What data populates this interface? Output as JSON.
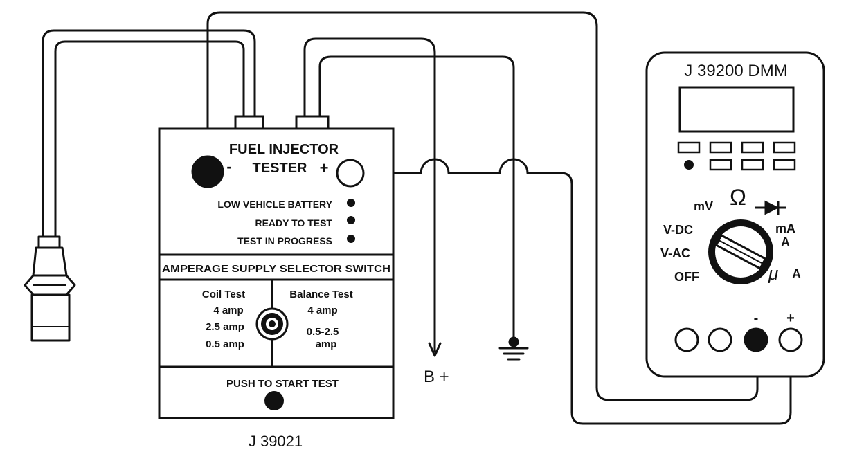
{
  "tester": {
    "title_line1": "FUEL INJECTOR",
    "title_line2": "TESTER",
    "minus": "-",
    "plus": "+",
    "indicators": [
      "LOW VEHICLE BATTERY",
      "READY TO TEST",
      "TEST IN PROGRESS"
    ],
    "selector_title": "AMPERAGE SUPPLY SELECTOR SWITCH",
    "coil_test": {
      "header": "Coil Test",
      "options": [
        "4 amp",
        "2.5 amp",
        "0.5 amp"
      ]
    },
    "balance_test": {
      "header": "Balance Test",
      "options": [
        "4 amp",
        "0.5-2.5",
        "amp"
      ]
    },
    "push_label": "PUSH TO START TEST",
    "model": "J 39021"
  },
  "dmm": {
    "title": "J 39200 DMM",
    "dial": {
      "mv": "mV",
      "ohm": "Ω",
      "vdc": "V-DC",
      "vac": "V-AC",
      "off": "OFF",
      "ma": "mA",
      "a": "A",
      "micro": "μ",
      "ua_a": "A"
    },
    "terminal_minus": "-",
    "terminal_plus": "+"
  },
  "connections": {
    "bplus": "B +"
  },
  "colors": {
    "ink": "#111111",
    "paper": "#ffffff"
  }
}
